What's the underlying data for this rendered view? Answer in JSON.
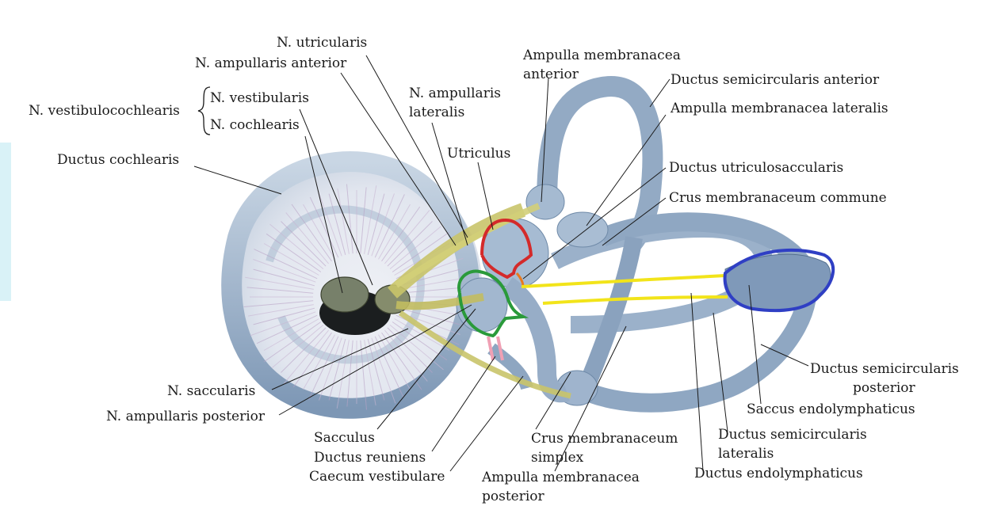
{
  "colors": {
    "background": "#ffffff",
    "labyrinth": "#9fb6cf",
    "labyrinth_dark": "#6f8aa8",
    "labyrinth_light": "#d8e3ee",
    "nerve": "#c9c46a",
    "nerve_dark": "#8f8a3a",
    "utriculus_outline": "#d42a2a",
    "sacculus_outline": "#2a9a3a",
    "ductus_reuniens_outline": "#f0a0b4",
    "ductus_utriculosaccularis_outline": "#e87a1e",
    "ductus_endolymphaticus_outline": "#f2e41a",
    "saccus_endolymphaticus_outline": "#2f3fc4"
  },
  "labels": {
    "n_utricularis": "N. utricularis",
    "n_ampullaris_anterior": "N. ampullaris anterior",
    "n_vestibulocochlearis": "N. vestibulocochlearis",
    "n_vestibularis": "N. vestibularis",
    "n_cochlearis": "N. cochlearis",
    "ductus_cochlearis": "Ductus cochlearis",
    "n_ampullaris_lateralis_1": "N. ampullaris",
    "n_ampullaris_lateralis_2": "lateralis",
    "utriculus": "Utriculus",
    "ampulla_anterior_1": "Ampulla membranacea",
    "ampulla_anterior_2": "anterior",
    "ductus_semicircularis_anterior": "Ductus semicircularis anterior",
    "ampulla_lateralis": "Ampulla membranacea lateralis",
    "ductus_utriculosaccularis": "Ductus utriculosaccularis",
    "crus_commune": "Crus membranaceum commune",
    "n_saccularis": "N. saccularis",
    "n_ampullaris_posterior": "N. ampullaris posterior",
    "sacculus": "Sacculus",
    "ductus_reuniens": "Ductus reuniens",
    "caecum_vestibulare": "Caecum vestibulare",
    "crus_simplex_1": "Crus membranaceum",
    "crus_simplex_2": "simplex",
    "ampulla_posterior_1": "Ampulla membranacea",
    "ampulla_posterior_2": "posterior",
    "ductus_semicircularis_lateralis_1": "Ductus semicircularis",
    "ductus_semicircularis_lateralis_2": "lateralis",
    "ductus_endolymphaticus": "Ductus endolymphaticus",
    "ductus_semicircularis_posterior_1": "Ductus semicircularis",
    "ductus_semicircularis_posterior_2": "posterior",
    "saccus_endolymphaticus": "Saccus endolymphaticus"
  }
}
